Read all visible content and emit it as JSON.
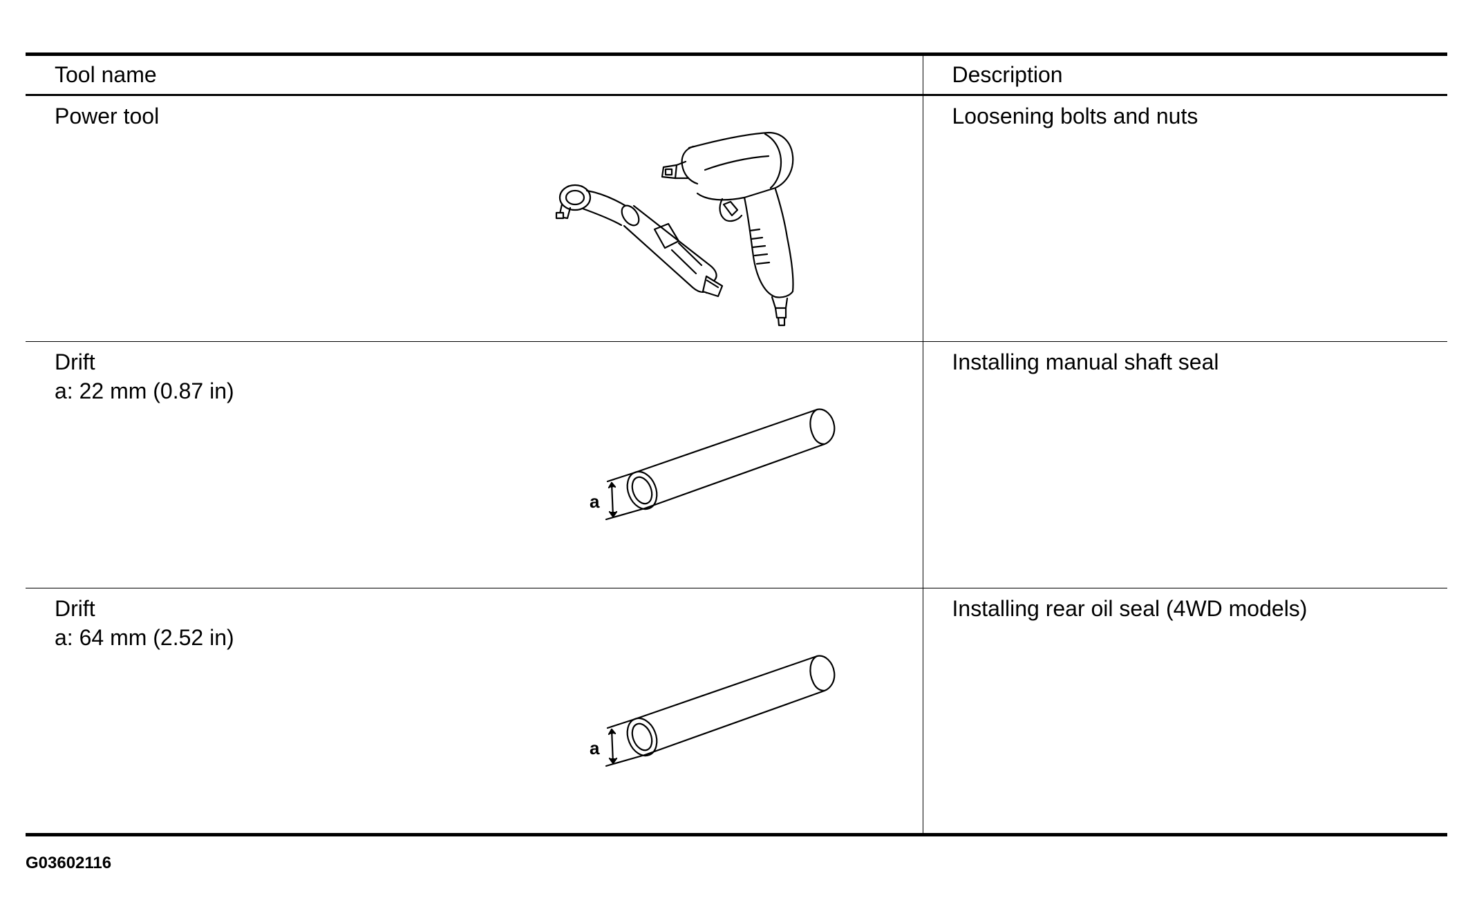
{
  "table": {
    "headers": {
      "tool_name": "Tool name",
      "description": "Description"
    },
    "rows": [
      {
        "name": "Power tool",
        "spec": "",
        "description": "Loosening bolts and nuts",
        "illustration": "power-tools-icon"
      },
      {
        "name": "Drift",
        "spec": "a: 22 mm (0.87 in)",
        "description": "Installing manual shaft seal",
        "illustration": "drift-pipe-icon",
        "dimension_label": "a"
      },
      {
        "name": "Drift",
        "spec": "a: 64 mm (2.52 in)",
        "description": "Installing rear oil seal (4WD models)",
        "illustration": "drift-pipe-icon",
        "dimension_label": "a"
      }
    ]
  },
  "figure_code": "G03602116"
}
